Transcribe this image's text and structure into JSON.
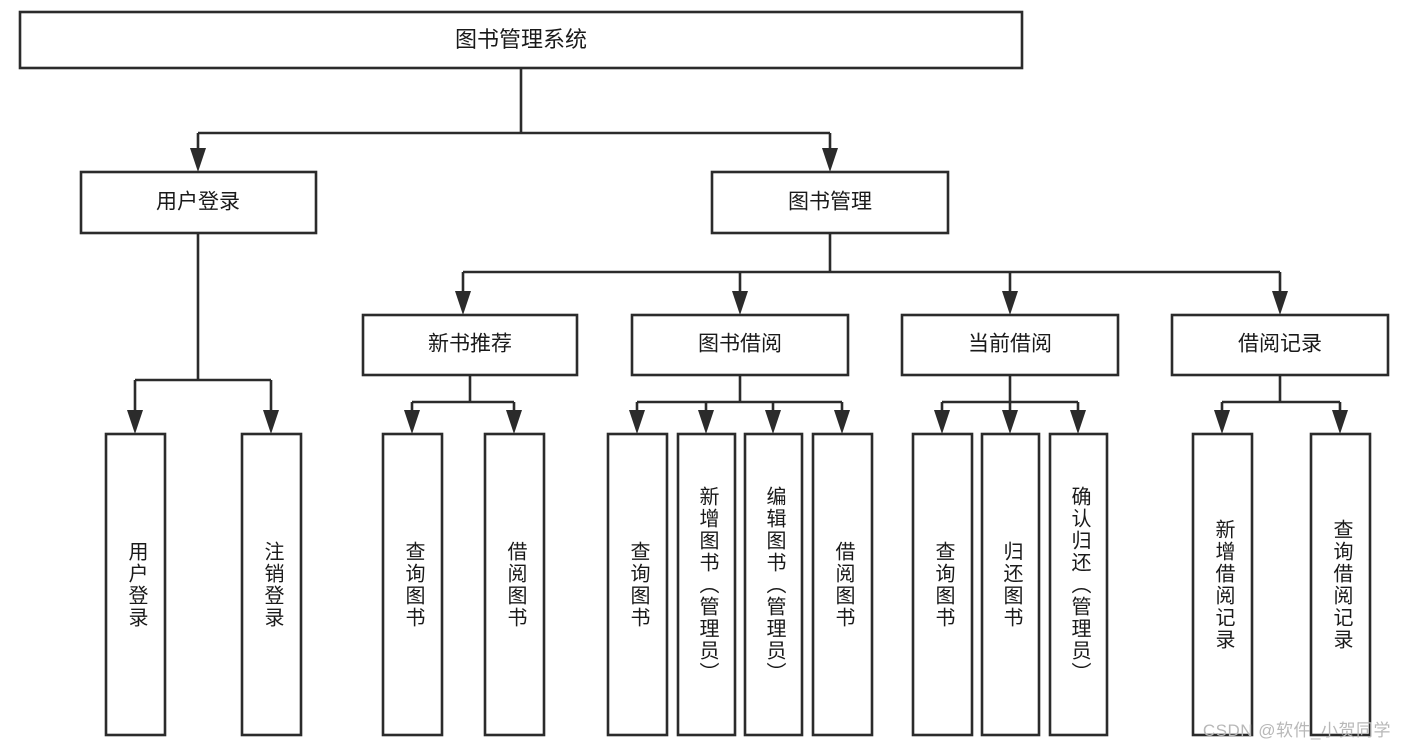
{
  "diagram": {
    "title": "图书管理系统",
    "type": "tree-hierarchy-flowchart",
    "colors": {
      "box_fill": "#ffffff",
      "box_stroke": "#2b2b2b",
      "text": "#1a1a1a",
      "watermark": "#b8b8b8",
      "background": "#ffffff"
    },
    "root": {
      "label": "图书管理系统"
    },
    "level2": [
      {
        "label": "用户登录"
      },
      {
        "label": "图书管理"
      }
    ],
    "level3": [
      {
        "label": "新书推荐"
      },
      {
        "label": "图书借阅"
      },
      {
        "label": "当前借阅"
      },
      {
        "label": "借阅记录"
      }
    ],
    "leaves": {
      "user_login": [
        {
          "label": "用户登录"
        },
        {
          "label": "注销登录"
        }
      ],
      "new_book_recommend": [
        {
          "label": "查询图书"
        },
        {
          "label": "借阅图书"
        }
      ],
      "book_borrow": [
        {
          "label": "查询图书"
        },
        {
          "label": "新增图书（管理员）"
        },
        {
          "label": "编辑图书（管理员）"
        },
        {
          "label": "借阅图书"
        }
      ],
      "current_borrow": [
        {
          "label": "查询图书"
        },
        {
          "label": "归还图书"
        },
        {
          "label": "确认归还（管理员）"
        }
      ],
      "borrow_record": [
        {
          "label": "新增借阅记录"
        },
        {
          "label": "查询借阅记录"
        }
      ]
    }
  },
  "watermark": {
    "text": "CSDN @软件_小贺同学"
  }
}
